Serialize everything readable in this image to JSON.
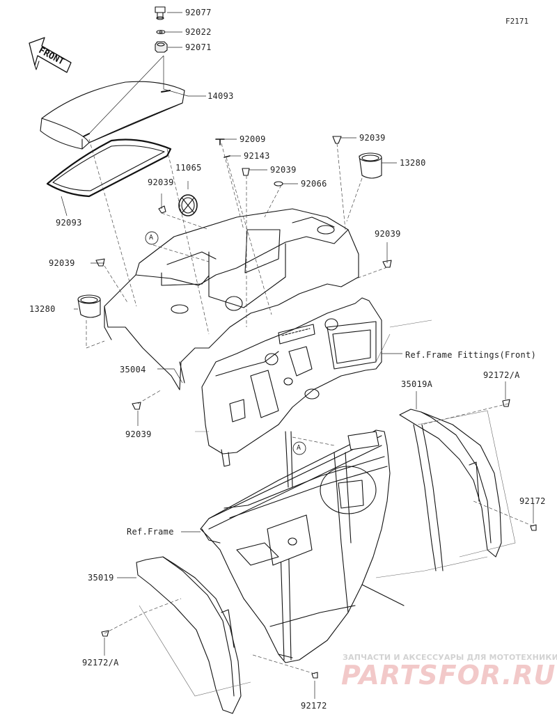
{
  "figure_code": "F2171",
  "front_label": "FRONT",
  "labels": {
    "p92077": "92077",
    "p92022": "92022",
    "p92071": "92071",
    "p14093": "14093",
    "p92093": "92093",
    "p92009": "92009",
    "p92143": "92143",
    "p92039_a": "92039",
    "p92066": "92066",
    "p92039_b": "92039",
    "p13280_a": "13280",
    "p11065": "11065",
    "p92039_c": "92039",
    "ref_a_top": "A",
    "p92039_d": "92039",
    "p92039_e": "92039",
    "p13280_b": "13280",
    "ref_frame_fittings": "Ref.Frame Fittings(Front)",
    "p35004": "35004",
    "p35019A": "35019A",
    "p92172A_a": "92172/A",
    "p92039_f": "92039",
    "ref_a_bottom": "A",
    "p92172_a": "92172",
    "ref_frame": "Ref.Frame",
    "p35019": "35019",
    "p92172A_b": "92172/A",
    "p92172_b": "92172"
  },
  "watermark": {
    "subtitle": "ЗАПЧАСТИ И АКСЕССУАРЫ ДЛЯ МОТОТЕХНИКИ",
    "brand": "PARTSFOR.RU"
  }
}
